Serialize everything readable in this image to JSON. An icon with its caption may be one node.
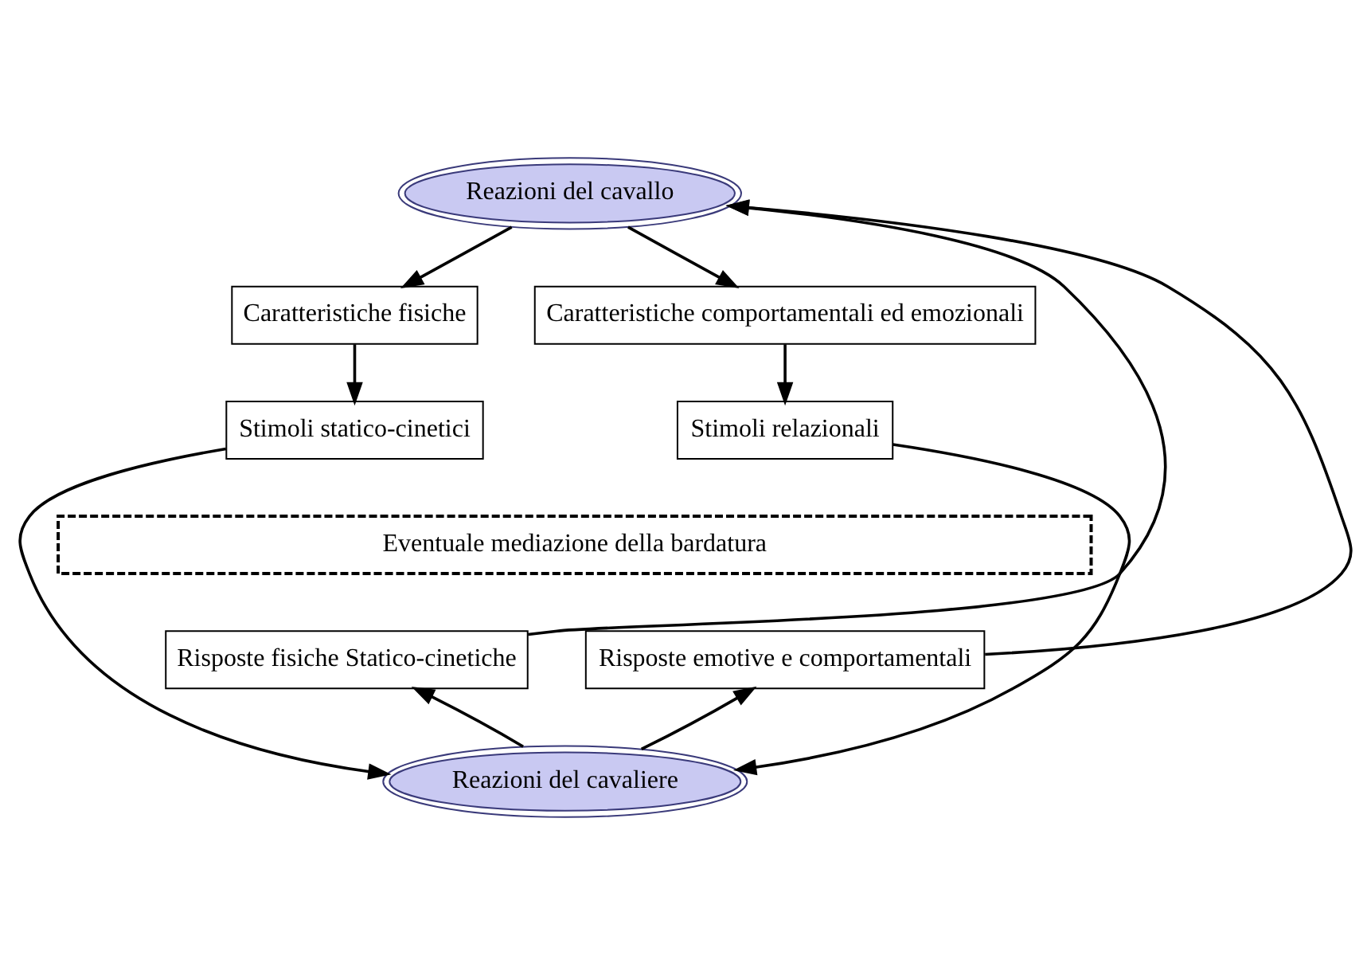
{
  "diagram": {
    "nodes": [
      {
        "text": [
          "Reazioni del cavallo"
        ]
      },
      {
        "text": [
          "Caratteristiche fisiche"
        ]
      },
      {
        "text": [
          "Caratteristiche comportamentali ed emozionali"
        ]
      },
      {
        "text": [
          "Stimoli statico-cinetici"
        ]
      },
      {
        "text": [
          "Stimoli relazionali"
        ]
      },
      {
        "text": [
          "Eventuale mediazione della bardatura"
        ]
      },
      {
        "text": [
          "Risposte fisiche Statico-cinetiche"
        ]
      },
      {
        "text": [
          "Risposte emotive e comportamentali"
        ]
      },
      {
        "text": [
          "Reazioni del cavaliere"
        ]
      }
    ],
    "edges": [
      {
        "from": 0,
        "to": 1,
        "arrow": "to"
      },
      {
        "from": 0,
        "to": 2,
        "arrow": "to"
      },
      {
        "from": 1,
        "to": 3,
        "arrow": "to"
      },
      {
        "from": 2,
        "to": 4,
        "arrow": "to"
      },
      {
        "from": 3,
        "to": 8,
        "arrow": "to"
      },
      {
        "from": 4,
        "to": 8,
        "arrow": "to"
      },
      {
        "from": 8,
        "to": 6,
        "arrow": "to"
      },
      {
        "from": 8,
        "to": 7,
        "arrow": "to"
      },
      {
        "from": 6,
        "to": 0,
        "arrow": "to"
      },
      {
        "from": 7,
        "to": 0,
        "arrow": "to"
      }
    ]
  }
}
